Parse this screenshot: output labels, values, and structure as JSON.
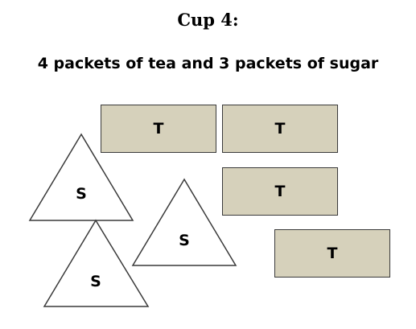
{
  "header": {
    "title": "Cup 4:",
    "subtitle": "4 packets of tea and 3 packets of sugar"
  },
  "tea_packets": [
    {
      "label": "T"
    },
    {
      "label": "T"
    },
    {
      "label": "T"
    },
    {
      "label": "T"
    }
  ],
  "sugar_packets": [
    {
      "label": "S"
    },
    {
      "label": "S"
    },
    {
      "label": "S"
    }
  ],
  "colors": {
    "tea_fill": "#d6d1bb",
    "outline": "#3a3a3a",
    "sugar_fill": "#ffffff"
  }
}
